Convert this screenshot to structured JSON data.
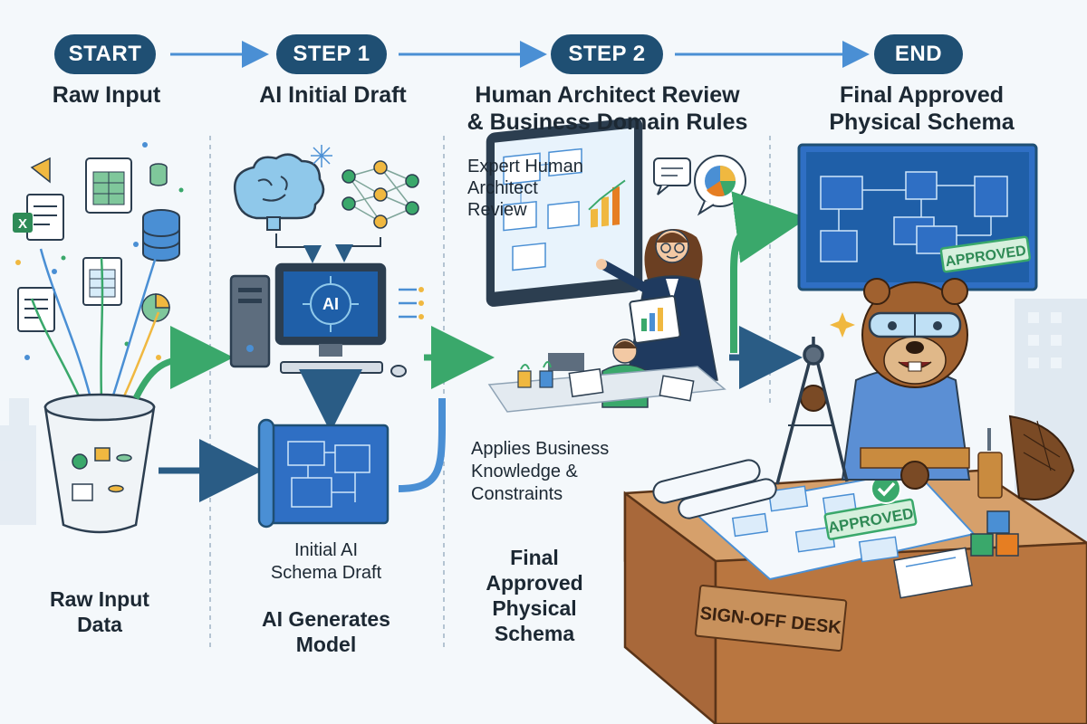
{
  "steps": [
    {
      "pill": "START",
      "title": "Raw Input"
    },
    {
      "pill": "STEP 1",
      "title": "AI Initial Draft"
    },
    {
      "pill": "STEP 2",
      "title": "Human Architect Review\n& Business Domain Rules"
    },
    {
      "pill": "END",
      "title": "Final Approved\nPhysical Schema"
    }
  ],
  "labels": {
    "raw_input_data": "Raw Input\nData",
    "initial_ai_schema_draft": "Initial AI\nSchema Draft",
    "ai_generates_model": "AI Generates\nModel",
    "expert_review": "Expert Human\nArchitect\nReview",
    "applies_business": "Applies Business\nKnowledge &\nConstraints",
    "final_approved_physical_schema": "Final\nApproved\nPhysical\nSchema",
    "ai_chip": "AI",
    "approved_stamp_screen": "APPROVED",
    "approved_stamp_desk": "APPROVED",
    "sign_off_desk": "SIGN-OFF DESK"
  },
  "colors": {
    "navy": "#1f4f73",
    "arrow_blue": "#4a8fd4",
    "arrow_green": "#3aa86b",
    "blueprint": "#2f6fc4",
    "wood": "#a8683a",
    "beaver": "#a0612f"
  }
}
